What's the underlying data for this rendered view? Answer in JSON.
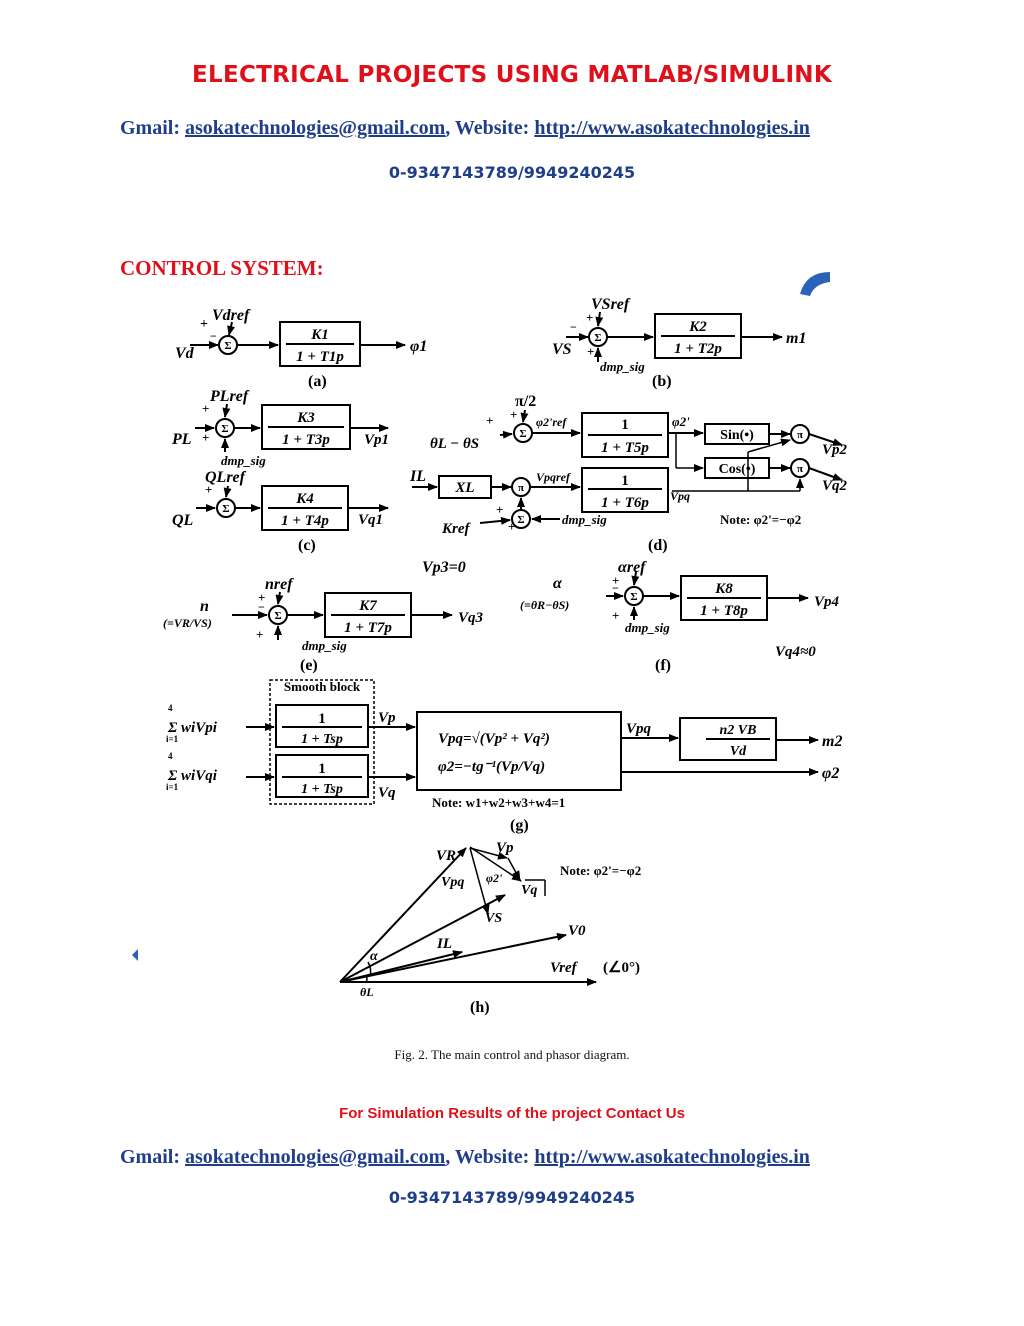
{
  "header": {
    "banner": "ELECTRICAL PROJECTS USING MATLAB/SIMULINK",
    "gmail_label": "Gmail:",
    "gmail": "asokatechnologies@gmail.com",
    "website_label": "Website:",
    "website": "http://www.asokatechnologies.in",
    "phone": "0-9347143789/9949240245"
  },
  "section_title": "CONTROL SYSTEM:",
  "figure": {
    "caption": "Fig. 2. The main control and phasor diagram.",
    "panel_labels": [
      "(a)",
      "(b)",
      "(c)",
      "(d)",
      "(e)",
      "(f)",
      "(g)",
      "(h)"
    ],
    "a": {
      "ref": "Vdref",
      "input": "Vd",
      "num": "K1",
      "den": "1 + T1p",
      "output": "φ1"
    },
    "b": {
      "ref": "VSref",
      "input": "VS",
      "num": "K2",
      "den": "1 + T2p",
      "output": "m1",
      "damp": "dmp_sig"
    },
    "c1": {
      "ref": "PLref",
      "input": "PL",
      "num": "K3",
      "den": "1 + T3p",
      "output": "Vp1",
      "damp": "dmp_sig"
    },
    "c2": {
      "ref": "QLref",
      "input": "QL",
      "num": "K4",
      "den": "1 + T4p",
      "output": "Vq1"
    },
    "d": {
      "ref": "π/2",
      "input1": "θL − θS",
      "mid1": "φ2'ref",
      "num1": "1",
      "den1": "1 + T5p",
      "out1": "φ2'",
      "sin": "Sin(•)",
      "cos": "Cos(•)",
      "pi": "π",
      "vp2": "Vp2",
      "vq2": "Vq2",
      "input2": "IL",
      "xl": "XL",
      "mid2": "Vpqref",
      "num2": "1",
      "den2": "1 + T6p",
      "out2": "Vpq",
      "kref": "Kref",
      "damp": "dmp_sig",
      "note": "Note: φ2'=−φ2"
    },
    "vp3": "Vp3=0",
    "e": {
      "ref": "nref",
      "input": "n",
      "input_sub": "(=VR/VS)",
      "num": "K7",
      "den": "1 + T7p",
      "output": "Vq3",
      "damp": "dmp_sig"
    },
    "f": {
      "ref": "αref",
      "input": "α",
      "input_sub": "(=θR−θS)",
      "num": "K8",
      "den": "1 + T8p",
      "output": "Vp4",
      "damp": "dmp_sig",
      "vq4": "Vq4≈0"
    },
    "g": {
      "smooth": "Smooth block",
      "sum_p": "Σ wiVpi",
      "sum_q": "Σ wiVqi",
      "sum_top": "4",
      "sum_bot": "i=1",
      "num": "1",
      "den": "1 + Tsp",
      "vp": "Vp",
      "vq": "Vq",
      "eq1": "Vpq=√(Vp² + Vq²)",
      "eq2": "φ2=−tg⁻¹(Vp/Vq)",
      "vpq": "Vpq",
      "gain_num": "n2 VB",
      "gain_den": "Vd",
      "m2": "m2",
      "phi2": "φ2",
      "note": "Note: w1+w2+w3+w4=1"
    },
    "h": {
      "vr": "VR",
      "vp": "Vp",
      "vpq": "Vpq",
      "phi": "φ2'",
      "vq": "Vq",
      "vs": "VS",
      "il": "IL",
      "v0": "V0",
      "vref": "Vref",
      "angle": "(∠0°)",
      "alpha": "α",
      "thetal": "θL",
      "note": "Note: φ2'=−φ2"
    }
  },
  "footer": {
    "contact_us": "For Simulation Results of the project Contact Us",
    "gmail_label": "Gmail:",
    "gmail": "asokatechnologies@gmail.com",
    "website_label": "Website:",
    "website": "http://www.asokatechnologies.in",
    "phone": "0-9347143789/9949240245"
  },
  "colors": {
    "red": "#e0101a",
    "blue": "#1f3e8a"
  }
}
